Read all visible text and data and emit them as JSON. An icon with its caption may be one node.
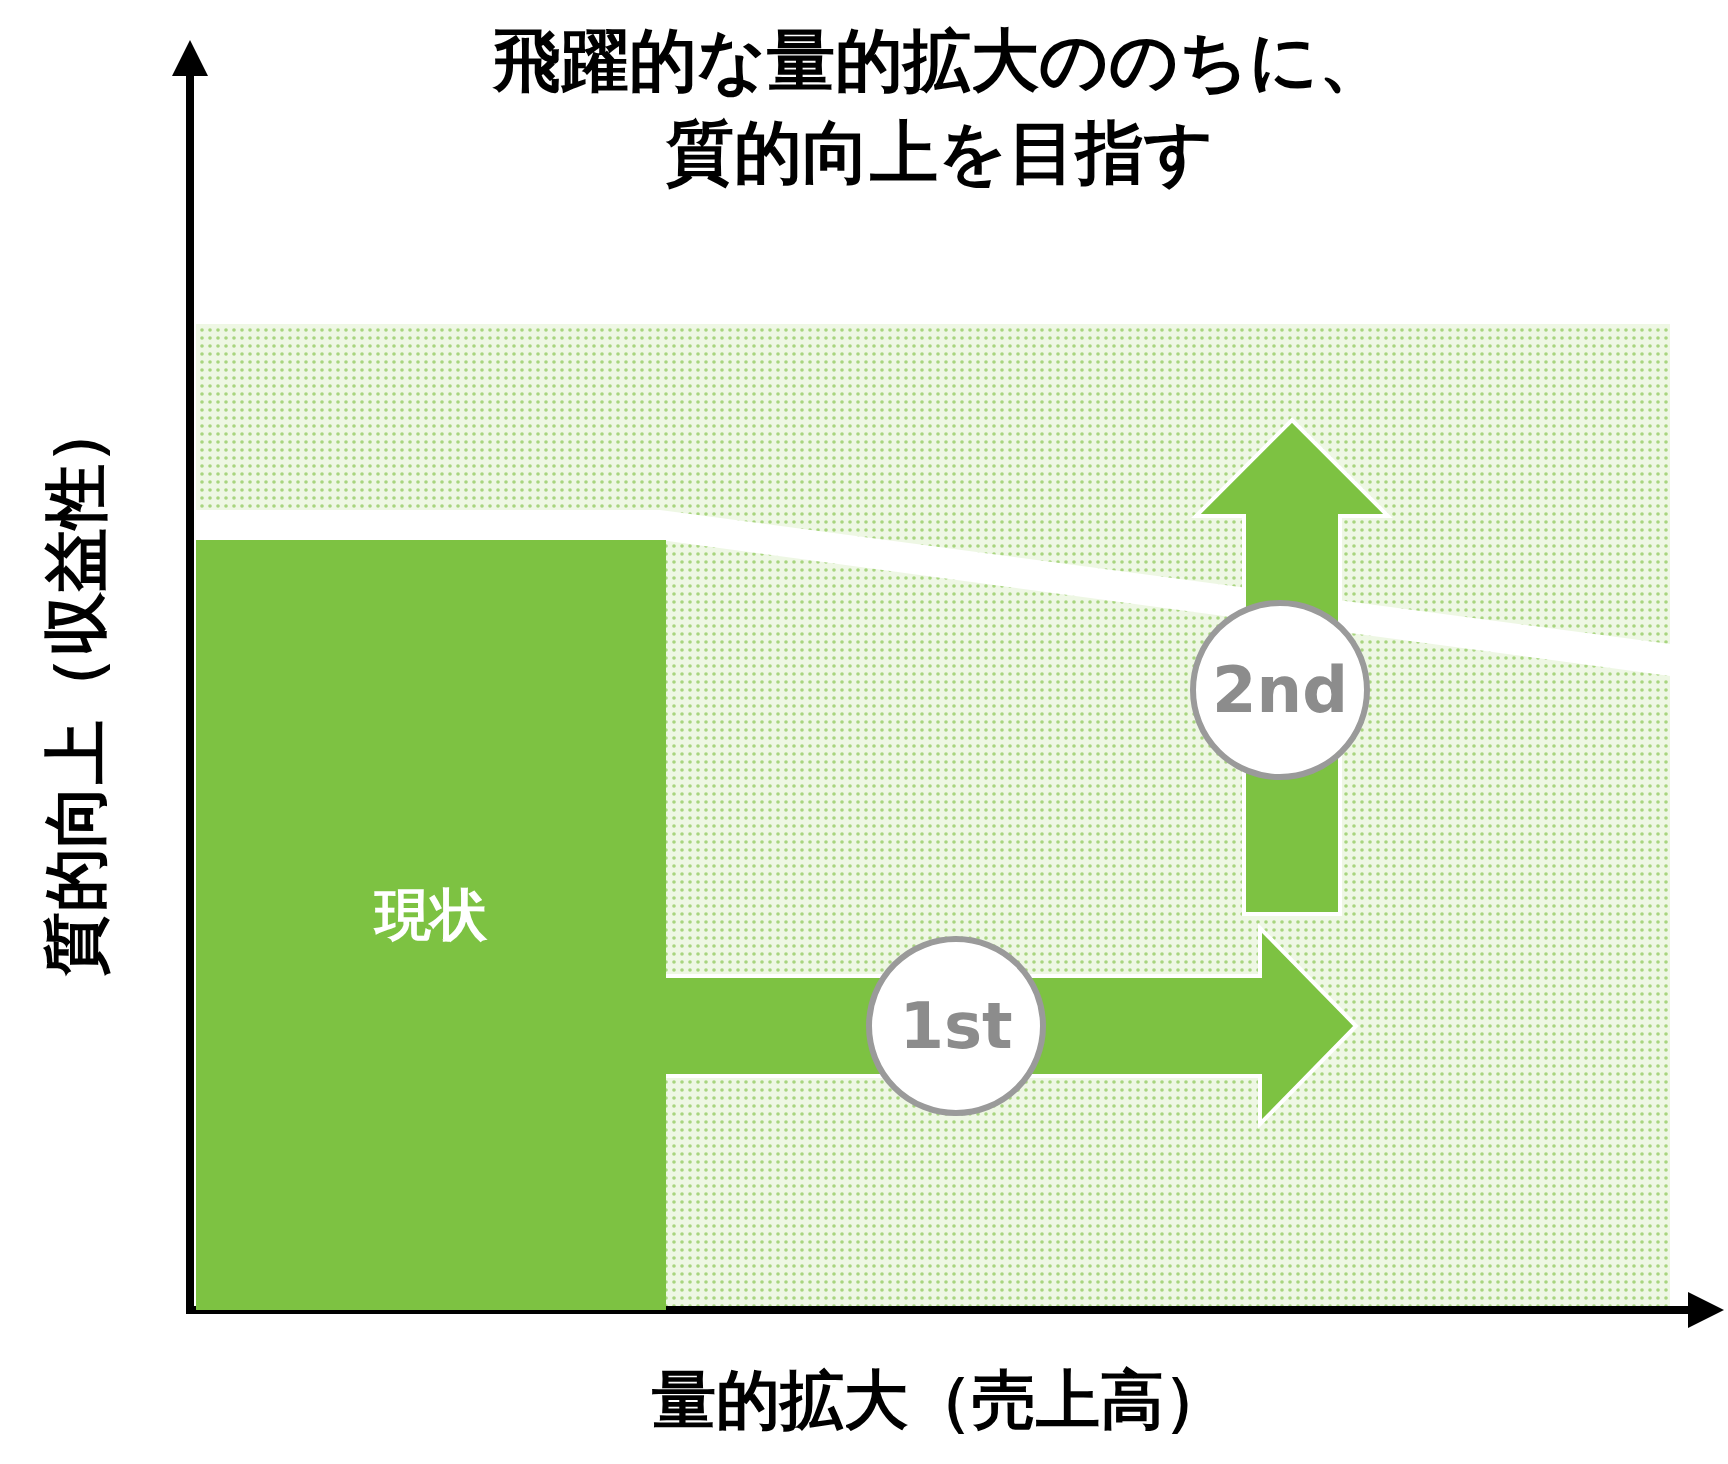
{
  "diagram": {
    "title": "飛躍的な量的拡大ののちに、質的向上を目指す",
    "nodes": [
      {
        "text": [
          "現状"
        ]
      },
      {
        "text": [
          "1st"
        ]
      },
      {
        "text": [
          "2nd"
        ]
      }
    ],
    "labels": [
      "質的向上（収益性）",
      "量的拡大（売上高）"
    ]
  }
}
